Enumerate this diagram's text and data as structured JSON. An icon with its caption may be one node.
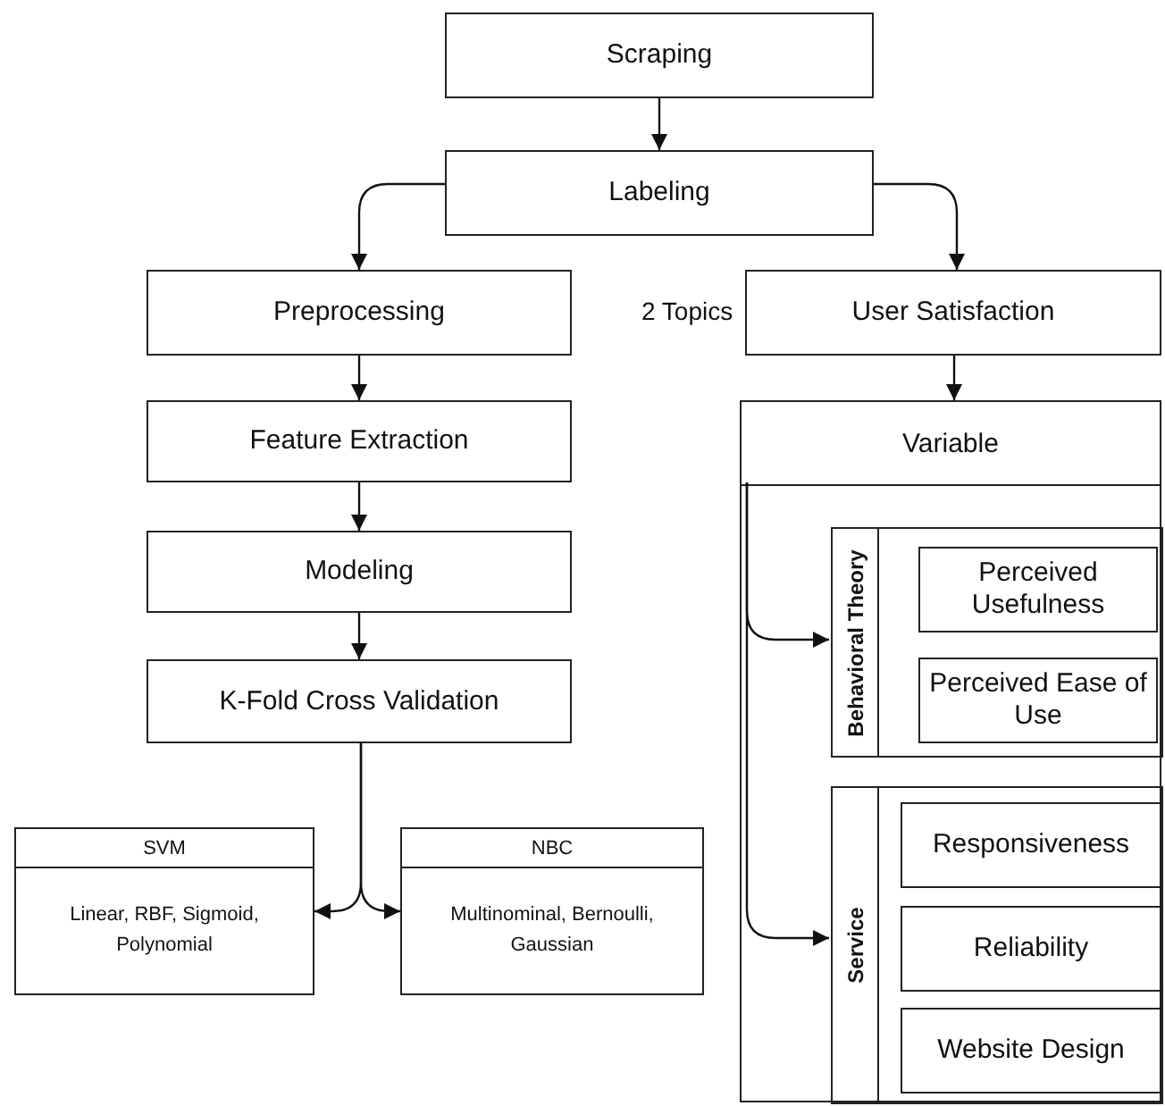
{
  "diagram": {
    "nodes": [
      {
        "text": [
          "Scraping"
        ]
      },
      {
        "text": [
          "Labeling"
        ]
      },
      {
        "text": [
          "Preprocessing"
        ]
      },
      {
        "text": [
          "Feature Extraction"
        ]
      },
      {
        "text": [
          "Modeling"
        ]
      },
      {
        "text": [
          "K-Fold Cross Validation"
        ]
      },
      {
        "text": [
          "SVM",
          "Linear, RBF, Sigmoid, Polynomial"
        ]
      },
      {
        "text": [
          "NBC",
          "Multinominal, Bernoulli, Gaussian"
        ]
      },
      {
        "text": [
          "User Satisfaction"
        ]
      },
      {
        "text": [
          "Variable"
        ]
      },
      {
        "text": [
          "Behavioral Theory"
        ],
        "in": 9
      },
      {
        "text": [
          "Perceived Usefulness"
        ],
        "in": 10
      },
      {
        "text": [
          "Perceived Ease of Use"
        ],
        "in": 10
      },
      {
        "text": [
          "Service"
        ],
        "in": 9
      },
      {
        "text": [
          "Responsiveness"
        ],
        "in": 13
      },
      {
        "text": [
          "Reliability"
        ],
        "in": 13
      },
      {
        "text": [
          "Website Design"
        ],
        "in": 13
      }
    ],
    "edges": [
      {
        "from": 0,
        "to": 1,
        "arrow": "to"
      },
      {
        "from": 1,
        "to": 2,
        "arrow": "to"
      },
      {
        "from": 1,
        "to": 8,
        "arrow": "to"
      },
      {
        "from": 2,
        "to": 3,
        "arrow": "to"
      },
      {
        "from": 3,
        "to": 4,
        "arrow": "to"
      },
      {
        "from": 4,
        "to": 5,
        "arrow": "to"
      },
      {
        "from": 5,
        "to": 6,
        "arrow": "to"
      },
      {
        "from": 5,
        "to": 7,
        "arrow": "to"
      },
      {
        "from": 8,
        "to": 9,
        "arrow": "to"
      },
      {
        "from": 9,
        "to": 10,
        "arrow": "to"
      },
      {
        "from": 9,
        "to": 13,
        "arrow": "to"
      }
    ],
    "labels": [
      "2 Topics"
    ]
  }
}
